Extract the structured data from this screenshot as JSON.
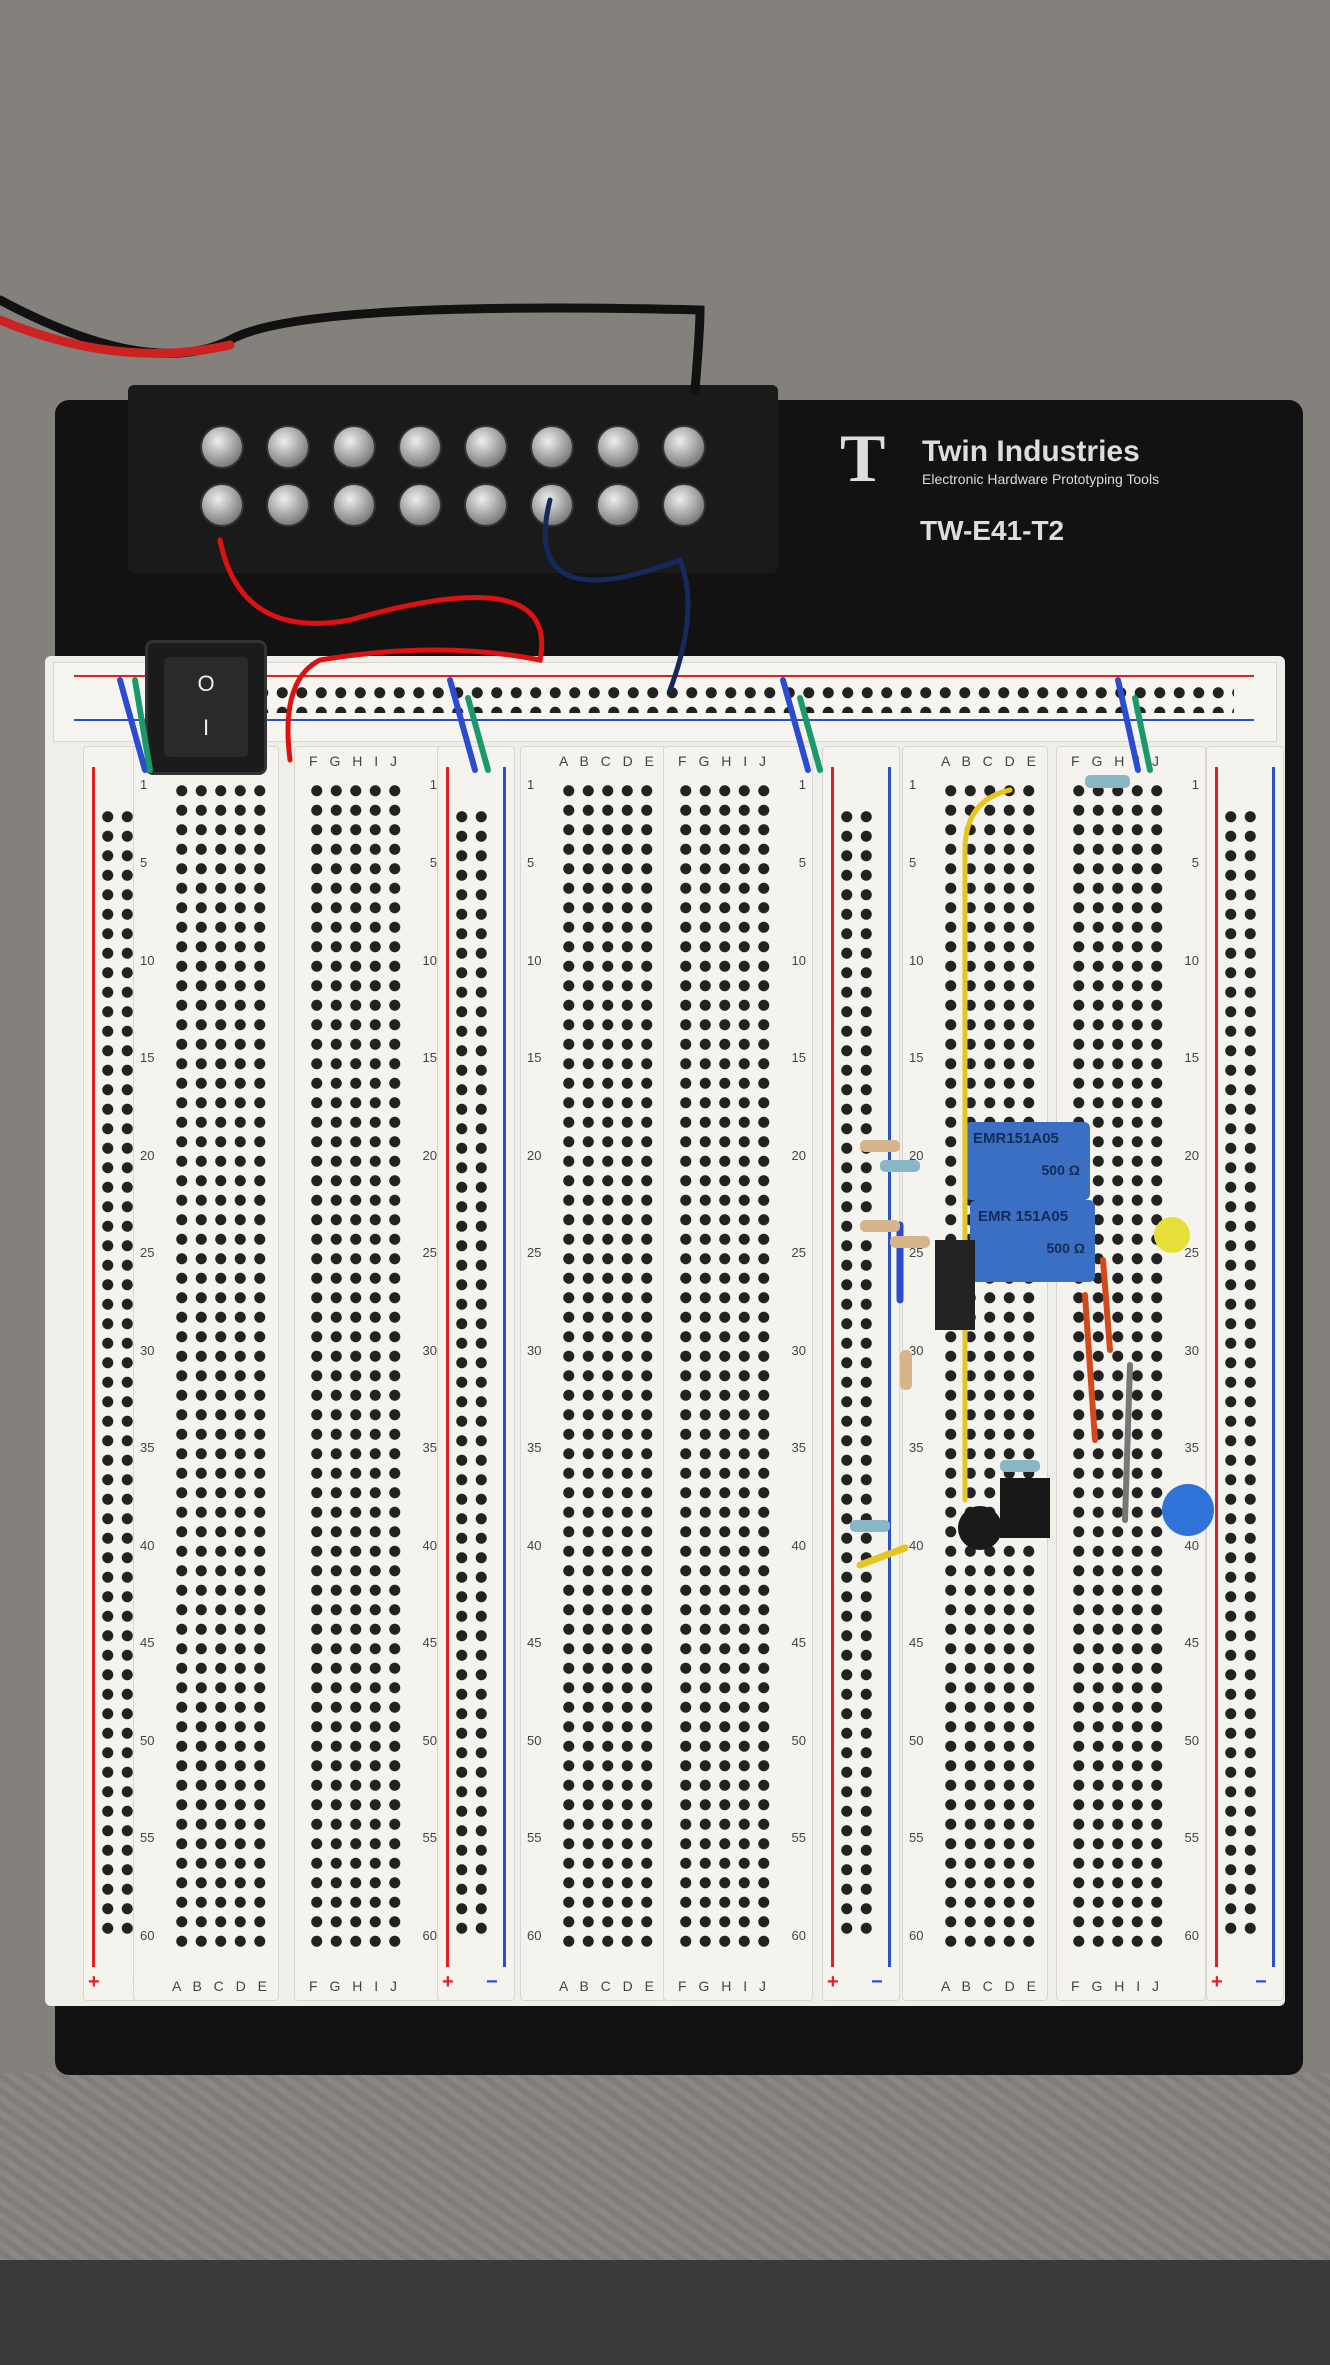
{
  "brand": {
    "logo_letter": "T",
    "name": "Twin Industries",
    "tagline": "Electronic Hardware Prototyping Tools",
    "model": "TW-E41-T2"
  },
  "switch": {
    "on_symbol": "I",
    "off_symbol": "O"
  },
  "breadboard": {
    "columns_left": "A B C D E",
    "columns_right": "F G H I J",
    "row_numbers": [
      "1",
      "5",
      "10",
      "15",
      "20",
      "25",
      "30",
      "35",
      "40",
      "45",
      "50",
      "55",
      "60"
    ],
    "plus": "+",
    "minus": "−"
  },
  "relays": [
    {
      "part": "EMR151A05",
      "rating": "500 Ω"
    },
    {
      "part": "EMR 151A05",
      "rating": "500 Ω"
    }
  ],
  "colors": {
    "board": "#121212",
    "breadboard": "#efefea",
    "red_rail": "#d22",
    "blue_rail": "#2850c8",
    "relay": "#3b6fc4"
  }
}
